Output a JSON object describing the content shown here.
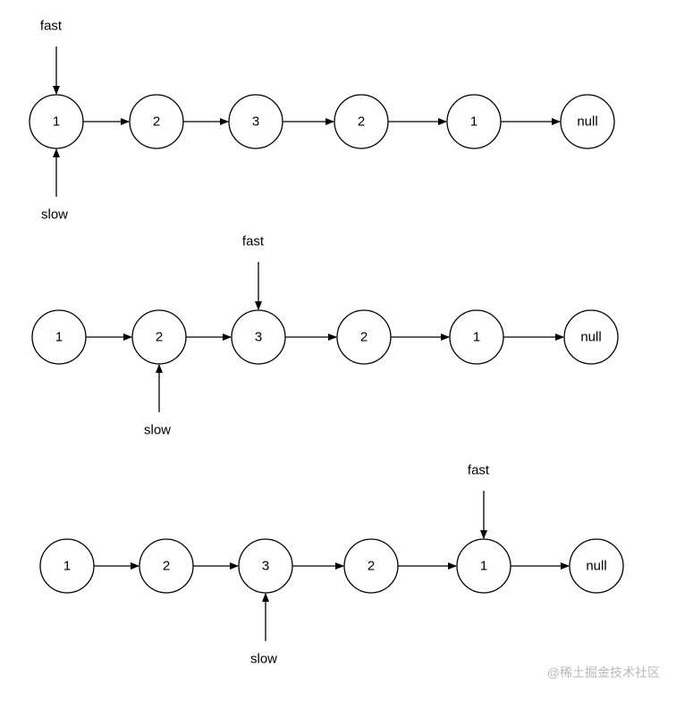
{
  "nodes": [
    "1",
    "2",
    "3",
    "2",
    "1",
    "null"
  ],
  "pointer_labels": {
    "fast": "fast",
    "slow": "slow"
  },
  "steps": [
    {
      "fast_index": 0,
      "slow_index": 0
    },
    {
      "fast_index": 2,
      "slow_index": 1
    },
    {
      "fast_index": 4,
      "slow_index": 2
    }
  ],
  "colors": {
    "stroke": "#000000",
    "fill": "#ffffff",
    "watermark": "#b8b8b8"
  },
  "watermark": "@稀土掘金技术社区"
}
